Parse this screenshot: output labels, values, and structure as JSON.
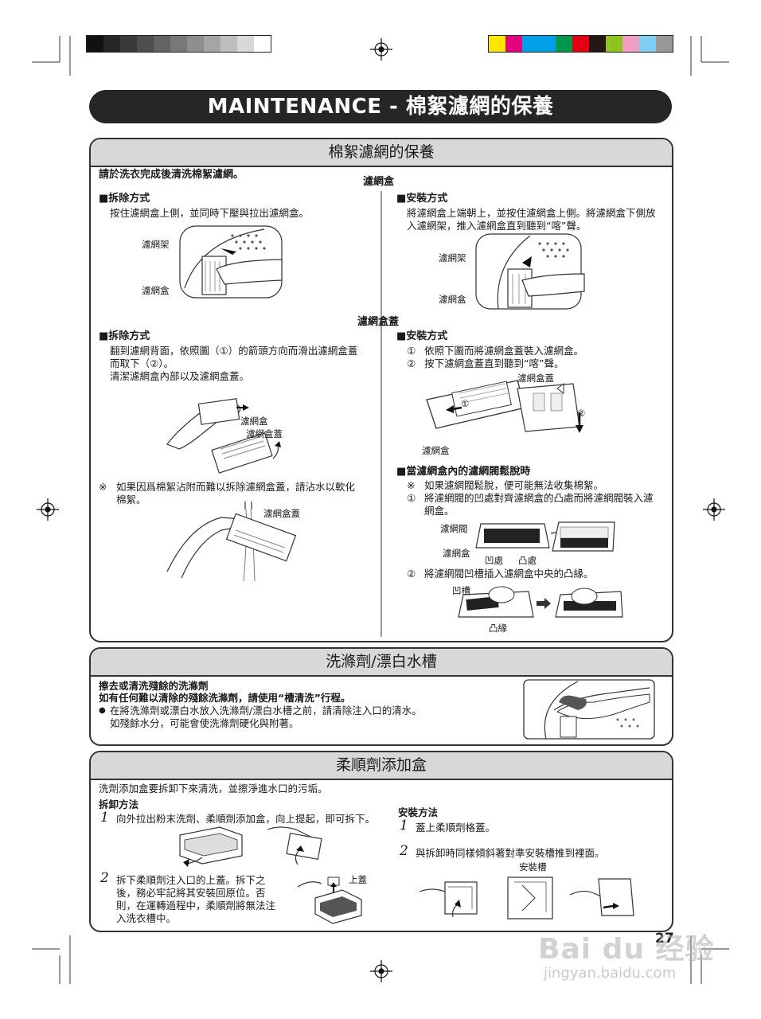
{
  "page": {
    "header_title": "MAINTENANCE - 棉絮濾網的保養",
    "page_number": "27",
    "watermark_brand": "Bai du 经验",
    "watermark_url": "jingyan.baidu.com"
  },
  "colors": {
    "grey_bar": [
      "#111111",
      "#262626",
      "#3a3a3a",
      "#4e4e4e",
      "#636363",
      "#787878",
      "#8e8e8e",
      "#a5a5a5",
      "#bebebe",
      "#d9d9d9",
      "#ffffff"
    ],
    "color_bar": [
      "#ffe600",
      "#e6007e",
      "#00a0e9",
      "#009fe8",
      "#00984a",
      "#e60012",
      "#231815",
      "#8fc31f",
      "#f19ec2",
      "#7fcef4",
      "#999999"
    ]
  },
  "filter_section": {
    "title": "棉絮濾網的保養",
    "intro": "請於洗衣完成後清洗棉絮濾網。",
    "filter_box_heading": "濾網盒",
    "removal_heading": "■拆除方式",
    "removal_text": "按住濾網盒上側，並同時下壓與拉出濾網盒。",
    "label_filter_frame": "濾網架",
    "label_filter_box": "濾網盒",
    "install_heading": "■安裝方式",
    "install_text_1": "將濾網盒上端朝上，並按住濾網盒上側。將濾網盒下側放",
    "install_text_2": "入濾網架，推入濾網盒直到聽到“喀”聲。",
    "cover_heading": "濾網盒蓋",
    "cover_removal_heading": "■拆除方式",
    "cover_removal_text_1": "翻到濾網背面，依照圖（①）的箭頭方向而滑出濾網盒蓋",
    "cover_removal_text_2": "而取下（②）。",
    "cover_removal_text_3": "清潔濾網盒內部以及濾網盒蓋。",
    "label_cover": "濾網盒蓋",
    "note_mark": "※",
    "note_text_1": "如果因爲棉絮沾附而難以拆除濾網盒蓋，請沾水以軟化",
    "note_text_2": "棉絮。",
    "cover_install_heading": "■安裝方式",
    "cover_install_1": "依照下圖而將濾網盒蓋裝入濾網盒。",
    "cover_install_2": "按下濾網盒蓋直到聽到“喀”聲。",
    "circle_1": "①",
    "circle_2": "②",
    "loose_heading": "■當濾網盒內的濾網閥鬆脫時",
    "loose_note": "如果濾網閥鬆脫，便可能無法收集棉絮。",
    "loose_1a": "將濾網閥的凹處對齊濾網盒的凸處而將濾網閥裝入濾",
    "loose_1b": "網盒。",
    "label_valve": "濾網閥",
    "label_recess": "凹處",
    "label_bump": "凸處",
    "loose_2": "將濾網閥凹槽插入濾網盒中央的凸緣。",
    "label_groove": "凹槽",
    "label_flange": "凸緣"
  },
  "detergent_section": {
    "title": "洗滌劑/漂白水槽",
    "bold_1": "擦去或清洗殘餘的洗滌劑",
    "bold_2": "如有任何難以清除的殘餘洗滌劑，請使用“槽清洗”行程。",
    "bullet": "●",
    "text_1": "在將洗滌劑或漂白水放入洗滌劑/漂白水槽之前，請清除注入口的清水。",
    "text_2": "如殘餘水分，可能會使洗滌劑硬化與附著。"
  },
  "softener_section": {
    "title": "柔順劑添加盒",
    "intro": "洗劑添加盒要拆卸下來清洗，並擦淨進水口的污垢。",
    "removal_heading": "拆卸方法",
    "step_1_num": "1",
    "step_1": "向外拉出粉末洗劑、柔順劑添加盒，向上提起，即可拆下。",
    "step_2_num": "2",
    "step_2a": "拆下柔順劑注入口的上蓋。拆下之",
    "step_2b": "後，務必牢記將其安裝回原位。否",
    "step_2c": "則，在運轉過程中，柔順劑將無法注",
    "step_2d": "入洗衣槽中。",
    "label_lid": "上蓋",
    "install_heading": "安裝方法",
    "install_1_num": "1",
    "install_1": "蓋上柔順劑格蓋。",
    "install_2_num": "2",
    "install_2": "與拆卸時同樣傾斜著對準安裝槽推到裡面。",
    "label_slot": "安裝槽"
  }
}
